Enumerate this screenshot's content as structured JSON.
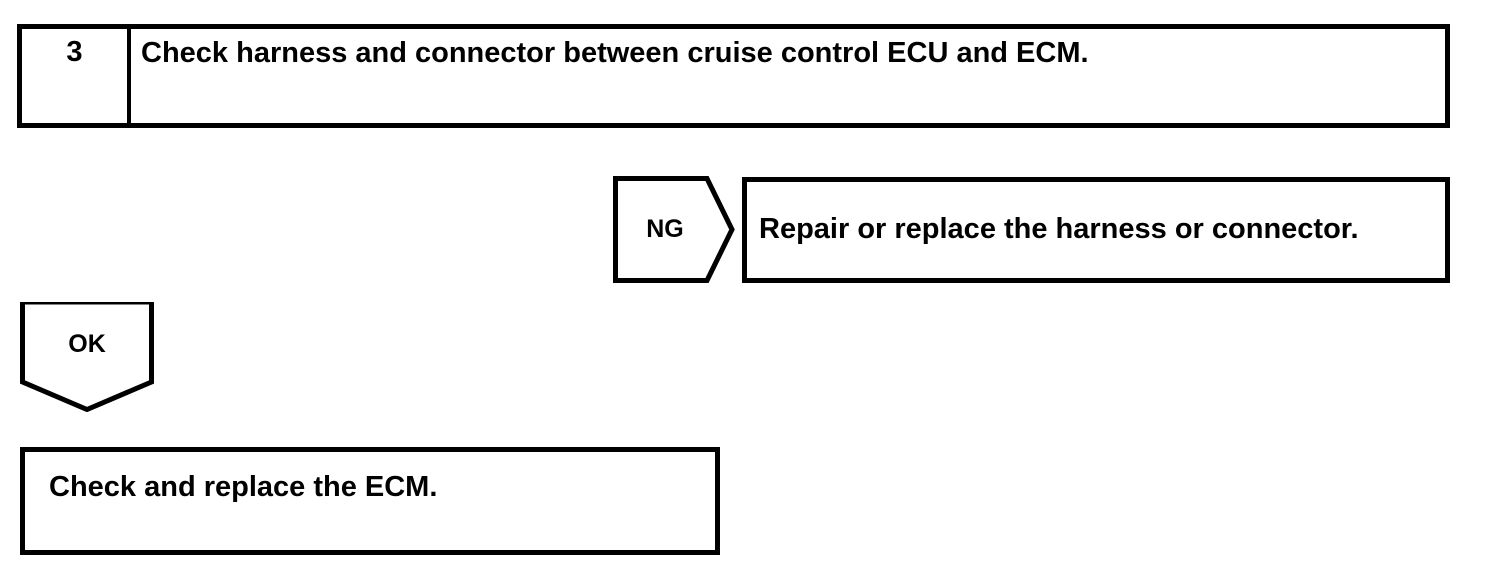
{
  "diagram": {
    "type": "troubleshooting-flowchart",
    "stroke_color": "#000000",
    "background_color": "#ffffff",
    "step": {
      "number": "3",
      "instruction": "Check harness and connector between cruise control ECU and ECM."
    },
    "branches": [
      {
        "result": "NG",
        "shape": "pentagon-arrow-right",
        "action": "Repair or replace the harness or connector."
      },
      {
        "result": "OK",
        "shape": "pentagon-arrow-down",
        "action": "Check and replace the ECM."
      }
    ],
    "ng_label": "NG",
    "ng_action": "Repair or replace the harness or connector.",
    "ok_label": "OK",
    "ok_action": "Check and replace the ECM."
  }
}
